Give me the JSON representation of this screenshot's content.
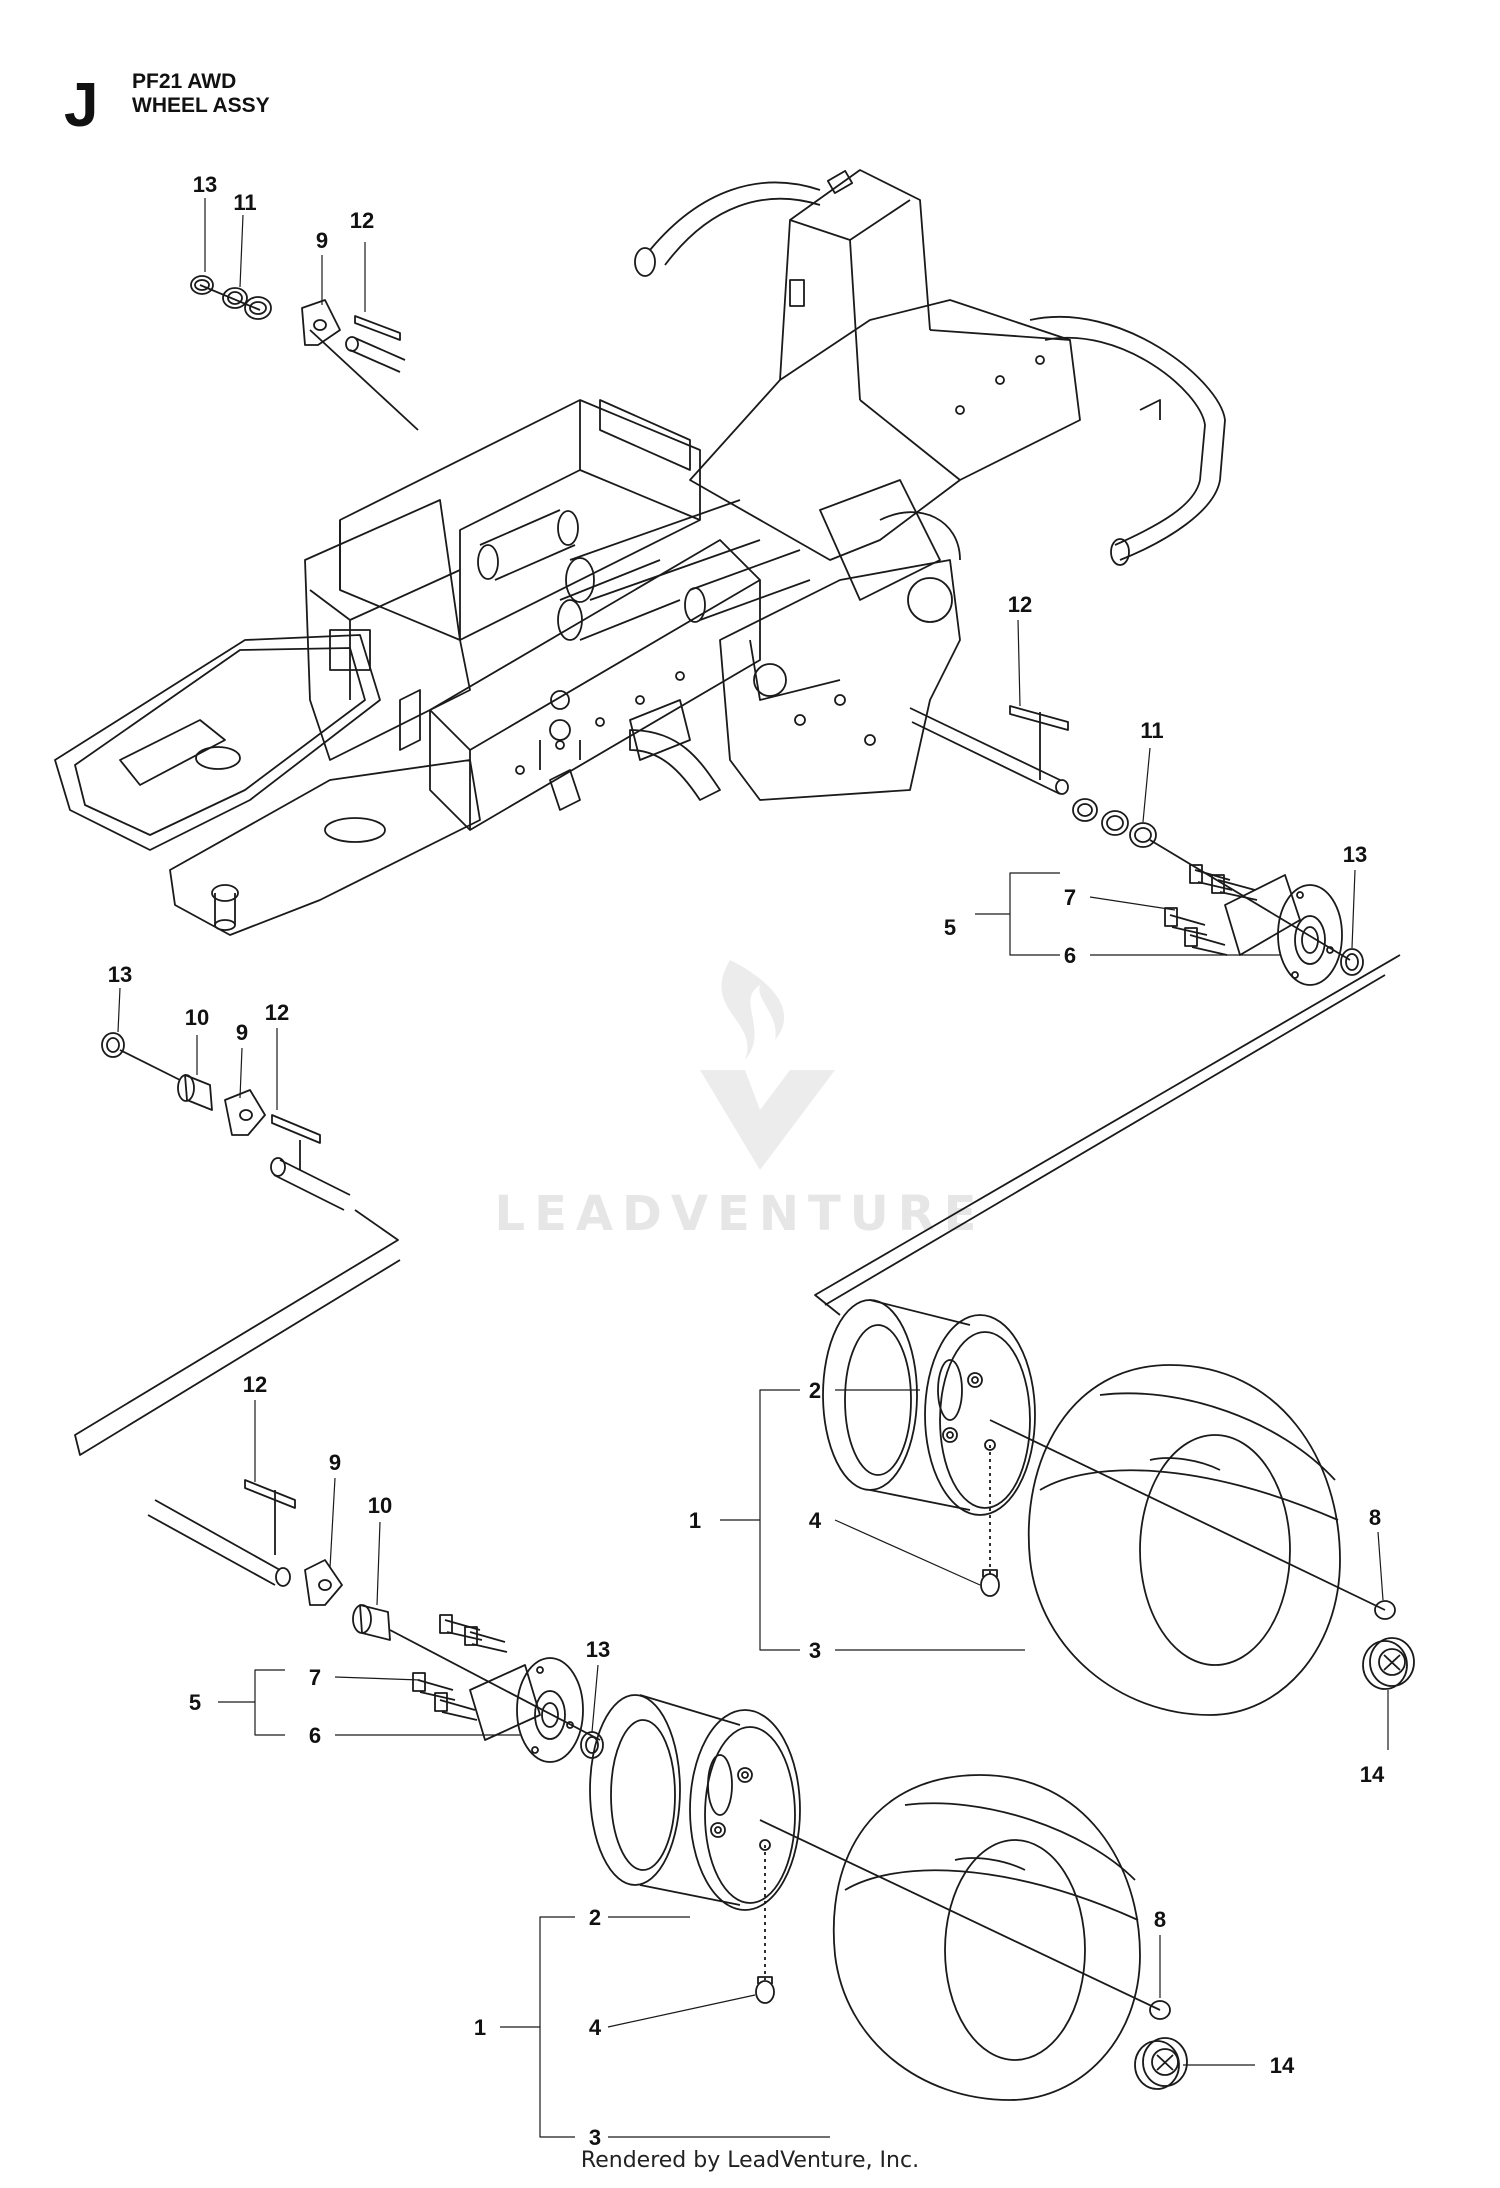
{
  "header": {
    "section_letter": "J",
    "model": "PF21 AWD",
    "title": "WHEEL ASSY"
  },
  "watermark": {
    "text": "LEADVENTURE"
  },
  "footer": {
    "text": "Rendered by LeadVenture, Inc."
  },
  "callouts": [
    {
      "id": "c13a",
      "label": "13"
    },
    {
      "id": "c11a",
      "label": "11"
    },
    {
      "id": "c9a",
      "label": "9"
    },
    {
      "id": "c12a",
      "label": "12"
    },
    {
      "id": "c12b",
      "label": "12"
    },
    {
      "id": "c11b",
      "label": "11"
    },
    {
      "id": "c13b",
      "label": "13"
    },
    {
      "id": "c7a",
      "label": "7"
    },
    {
      "id": "c5a",
      "label": "5"
    },
    {
      "id": "c6a",
      "label": "6"
    },
    {
      "id": "c13c",
      "label": "13"
    },
    {
      "id": "c10a",
      "label": "10"
    },
    {
      "id": "c9b",
      "label": "9"
    },
    {
      "id": "c12c",
      "label": "12"
    },
    {
      "id": "c2a",
      "label": "2"
    },
    {
      "id": "c1a",
      "label": "1"
    },
    {
      "id": "c4a",
      "label": "4"
    },
    {
      "id": "c3a",
      "label": "3"
    },
    {
      "id": "c8a",
      "label": "8"
    },
    {
      "id": "c14a",
      "label": "14"
    },
    {
      "id": "c12d",
      "label": "12"
    },
    {
      "id": "c9c",
      "label": "9"
    },
    {
      "id": "c10b",
      "label": "10"
    },
    {
      "id": "c13d",
      "label": "13"
    },
    {
      "id": "c7b",
      "label": "7"
    },
    {
      "id": "c5b",
      "label": "5"
    },
    {
      "id": "c6b",
      "label": "6"
    },
    {
      "id": "c2b",
      "label": "2"
    },
    {
      "id": "c1b",
      "label": "1"
    },
    {
      "id": "c4b",
      "label": "4"
    },
    {
      "id": "c3b",
      "label": "3"
    },
    {
      "id": "c8b",
      "label": "8"
    },
    {
      "id": "c14b",
      "label": "14"
    }
  ],
  "colors": {
    "line": "#1a1a1a",
    "watermark": "#e6e6e6"
  }
}
